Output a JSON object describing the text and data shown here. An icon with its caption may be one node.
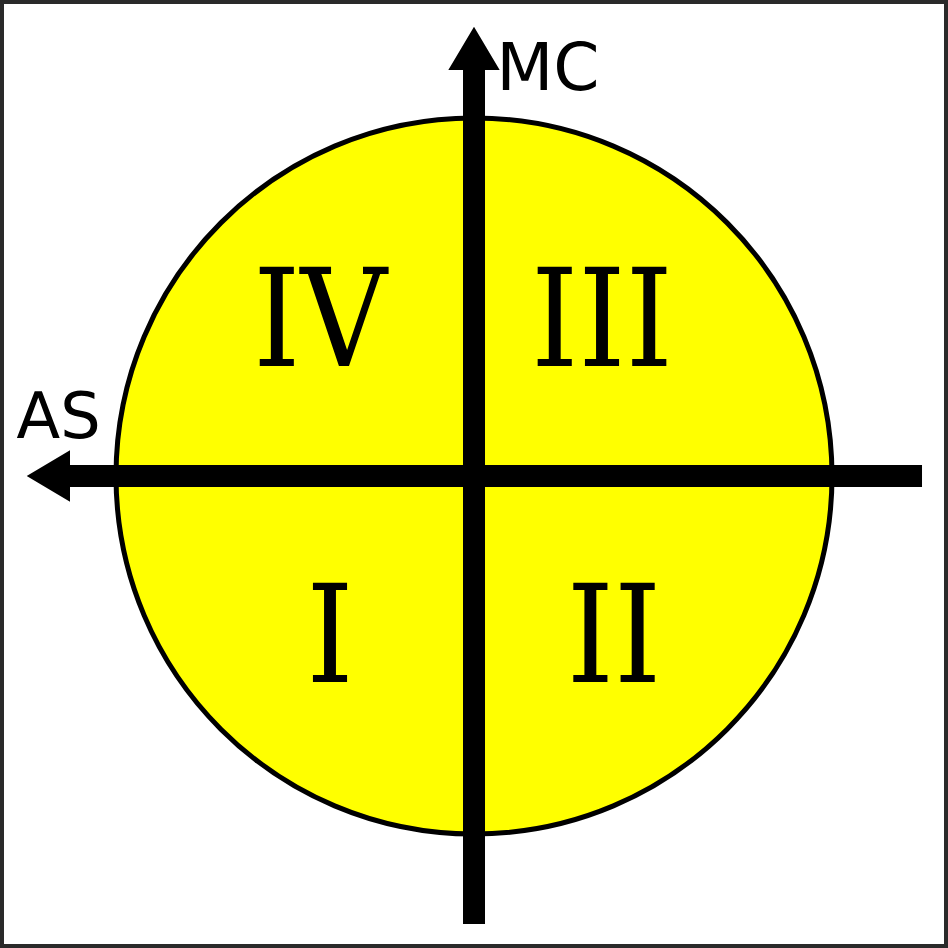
{
  "diagram": {
    "nodes": [
      {
        "text": [
          "IV",
          "III",
          "I",
          "II"
        ]
      }
    ],
    "labels": [
      "MC",
      "AS"
    ]
  }
}
